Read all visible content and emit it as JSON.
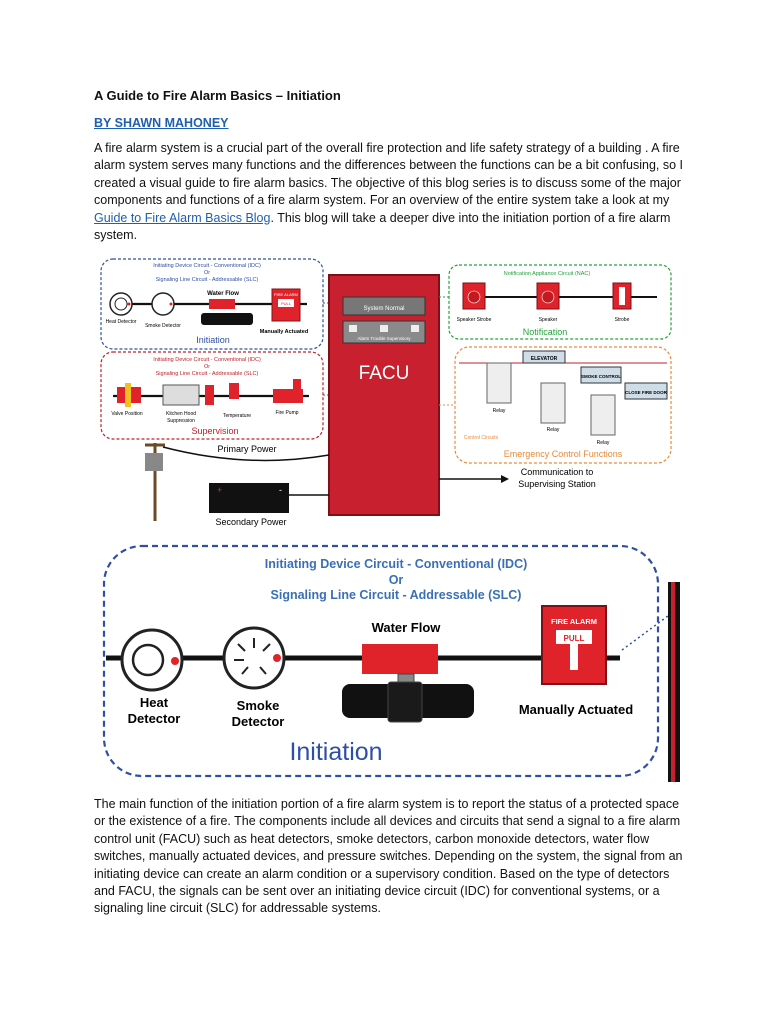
{
  "article": {
    "title": "A Guide to Fire Alarm Basics – Initiation",
    "author": "BY SHAWN MAHONEY",
    "intro_pre": "A fire alarm system is a crucial part of the overall fire protection and life safety strategy of a building . A fire alarm system serves many functions and the differences between the functions can be a bit confusing, so I created a visual guide to fire alarm basics. The objective of this blog series is to discuss some of the major components and functions of a fire alarm system. For an overview of the entire system take a look at my ",
    "intro_link": "Guide to Fire Alarm Basics Blog",
    "intro_post": ". This blog will take a deeper dive into the initiation portion of a fire alarm system.",
    "body": "The main function of the initiation portion of a fire alarm system is to report the status of a protected space or the existence of a fire. The components include all devices and circuits that send a signal to a fire alarm control unit (FACU) such as heat detectors, smoke detectors, carbon monoxide detectors, water flow switches, manually actuated devices, and pressure switches. Depending on the system, the signal from an initiating device can create an alarm condition or a supervisory condition. Based on the type of detectors and FACU, the signals can be sent over an initiating device circuit (IDC) for conventional systems, or a signaling line circuit (SLC) for addressable systems."
  },
  "overview_diagram": {
    "init_circuit": [
      "Initiating Device Circuit - Conventional (IDC)",
      "Or",
      "Signaling Line Circuit - Addressable (SLC)"
    ],
    "heat_detector": "Heat Detector",
    "smoke_detector": "Smoke Detector",
    "water_flow": "Water Flow",
    "manually_actuated": "Manually Actuated",
    "initiation": "Initiation",
    "supervision": "Supervision",
    "valve_position": "Valve Position",
    "kitchen_hood": "Kitchen Hood Suppression",
    "temperature": "Temperature",
    "fire_pump": "Fire Pump",
    "system_normal": "System Normal",
    "led_labels": "Alarm Trouble Supervisory",
    "facu": "FACU",
    "nac": "Notification Appliance Circuit (NAC)",
    "speaker_strobe": "Speaker Strobe",
    "speaker": "Speaker",
    "strobe": "Strobe",
    "notification": "Notification",
    "elevator": "ELEVATOR",
    "smoke_control": "SMOKE CONTROL",
    "close_fire_door": "CLOSE FIRE DOOR",
    "relay": "Relay",
    "control_circuits": "Control Circuits",
    "emergency_control": "Emergency Control Functions",
    "primary_power": "Primary Power",
    "secondary_power": "Secondary Power",
    "communication": [
      "Communication to",
      "Supervising Station"
    ],
    "fire_alarm": "FIRE ALARM",
    "pull": "PULL"
  },
  "detail_diagram": {
    "circuit_lines": [
      "Initiating Device Circuit - Conventional (IDC)",
      "Or",
      "Signaling Line Circuit - Addressable (SLC)"
    ],
    "heat_detector": [
      "Heat",
      "Detector"
    ],
    "smoke_detector": [
      "Smoke",
      "Detector"
    ],
    "water_flow": "Water Flow",
    "fire_alarm": "FIRE ALARM",
    "pull": "PULL",
    "manually_actuated": "Manually Actuated",
    "initiation": "Initiation"
  },
  "colors": {
    "facu_red": "#c8202e",
    "device_red": "#e0232a",
    "circuit_blue": "#2f4fa3",
    "link_blue": "#1f5fae",
    "supervision_red": "#c0202a",
    "notification_green": "#23a23a",
    "emergency_orange": "#e88a3c"
  }
}
